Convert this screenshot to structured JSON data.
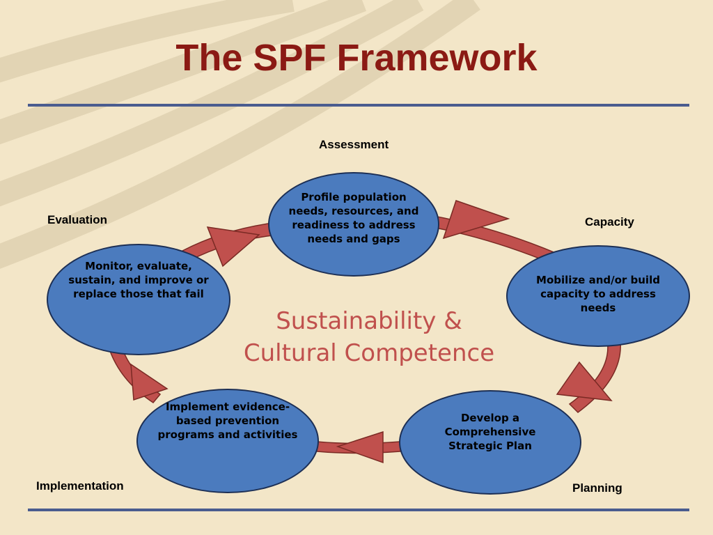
{
  "title": "The SPF Framework",
  "stages": {
    "assessment": "Assessment",
    "capacity": "Capacity",
    "planning": "Planning",
    "implementation": "Implementation",
    "evaluation": "Evaluation"
  },
  "nodes": {
    "assessment": "Profile population needs, resources, and readiness to address needs and gaps",
    "capacity": "Mobilize and/or build capacity to address needs",
    "planning": "Develop a Comprehensive Strategic Plan",
    "implementation": "Implement evidence-based prevention programs and activities",
    "evaluation": "Monitor, evaluate, sustain, and improve or replace those that fail"
  },
  "center": {
    "line1": "Sustainability &",
    "line2": "Cultural Competence"
  },
  "colors": {
    "background": "#f3e6c8",
    "title": "#8b1a14",
    "rule": "#4a5c8f",
    "node_fill": "#4b7bbe",
    "node_border": "#1c2f55",
    "arrow_fill": "#c0504d",
    "arrow_stroke": "#7a2a24",
    "center_text": "#c0504d"
  }
}
